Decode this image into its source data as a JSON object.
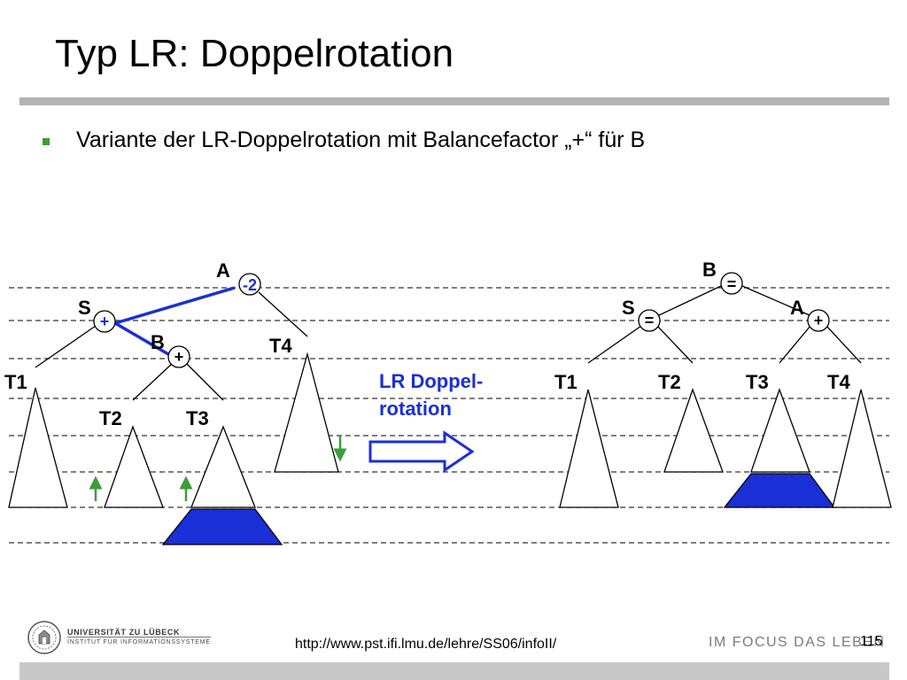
{
  "slide": {
    "title": "Typ LR: Doppelrotation",
    "bullet": "Variante der LR-Doppelrotation mit Balancefactor „+“ für B",
    "url": "http://www.pst.ifi.lmu.de/lehre/SS06/infoII/",
    "page_number": "115",
    "slogan": "IM FOCUS DAS LEBEN",
    "university": "UNIVERSITÄT ZU LÜBECK",
    "institute": "INSTITUT FÜR INFORMATIONSSYSTEME"
  },
  "diagram": {
    "before": {
      "node_a": {
        "label": "A",
        "balance": "-2"
      },
      "node_s": {
        "label": "S",
        "balance": "+"
      },
      "node_b": {
        "label": "B",
        "balance": "+"
      },
      "subtrees": [
        "T1",
        "T2",
        "T3",
        "T4"
      ]
    },
    "transition": {
      "line1": "LR Doppel-",
      "line2": "rotation"
    },
    "after": {
      "node_b": {
        "label": "B",
        "balance": "="
      },
      "node_s": {
        "label": "S",
        "balance": "="
      },
      "node_a": {
        "label": "A",
        "balance": "+"
      },
      "subtrees": [
        "T1",
        "T2",
        "T3",
        "T4"
      ]
    },
    "colors": {
      "highlight": "#1a2fd6",
      "up_arrow": "#3c9d3a",
      "down_arrow": "#3c9d3a",
      "bullet": "#3c9d3a",
      "rule": "#b3b3b3"
    }
  }
}
